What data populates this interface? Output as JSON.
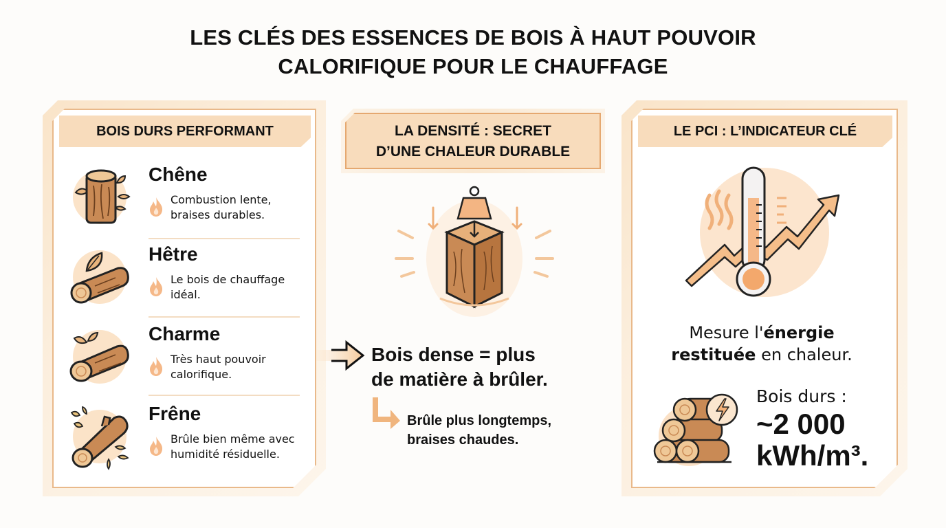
{
  "title": {
    "line1": "LES CLÉS DES ESSENCES DE BOIS À HAUT POUVOIR",
    "line2": "CALORIFIQUE POUR LE CHAUFFAGE"
  },
  "colors": {
    "accent_light": "#f8dcbc",
    "accent_border": "#e9b98a",
    "accent_orange": "#f0a868",
    "wood_brown": "#c98a55",
    "text": "#111111",
    "background": "#fdfcfa"
  },
  "left_panel": {
    "header": "BOIS DURS PERFORMANT",
    "species": [
      {
        "name": "Chêne",
        "icon": "oak-log-icon",
        "desc_line1": "Combustion lente,",
        "desc_line2": "braises durables."
      },
      {
        "name": "Hêtre",
        "icon": "beech-log-icon",
        "desc_line1": "Le bois de chauffage",
        "desc_line2": "idéal."
      },
      {
        "name": "Charme",
        "icon": "hornbeam-log-icon",
        "desc_line1": "Très haut pouvoir",
        "desc_line2": "calorifique."
      },
      {
        "name": "Frêne",
        "icon": "ash-log-icon",
        "desc_line1": "Brûle bien même avec",
        "desc_line2": "humidité résiduelle."
      }
    ],
    "bullet_icon": "flame-icon"
  },
  "center_panel": {
    "header_line1": "LA DENSITÉ : SECRET",
    "header_line2": "D’UNE CHALEUR DURABLE",
    "illustration": "weight-on-wood-cube-icon",
    "main_line1": "Bois dense = plus",
    "main_line2": "de matière à brûler.",
    "sub_line1": "Brûle plus longtemps,",
    "sub_line2": "braises chaudes."
  },
  "right_panel": {
    "header": "LE PCI : L’INDICATEUR CLÉ",
    "illustration": "thermometer-rising-arrow-icon",
    "desc_line1_plain": "Mesure l'",
    "desc_line1_bold": "énergie",
    "desc_line2_bold": "restituée",
    "desc_line2_plain": " en chaleur.",
    "stat_icon": "log-pile-energy-icon",
    "stat_label": "Bois durs :",
    "stat_value_line1": "~2 000",
    "stat_value_line2": "kWh/m³."
  }
}
